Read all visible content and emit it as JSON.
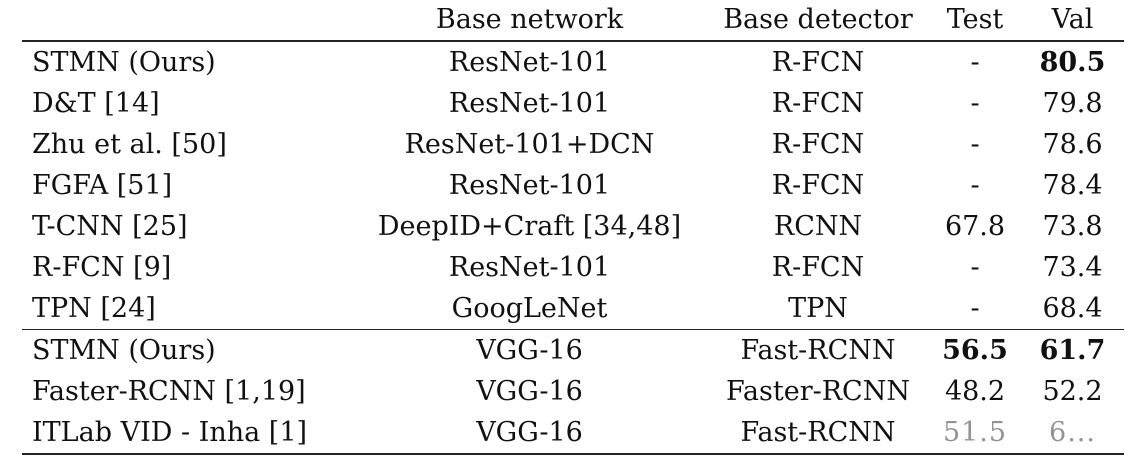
{
  "headers": {
    "method": "",
    "base_network": "Base network",
    "base_detector": "Base detector",
    "test": "Test",
    "val": "Val"
  },
  "rows": [
    {
      "method": "STMN (Ours)",
      "network": "ResNet-101",
      "detector": "R-FCN",
      "test": "-",
      "val": "80.5",
      "test_bold": false,
      "val_bold": true
    },
    {
      "method": "D&T [14]",
      "network": "ResNet-101",
      "detector": "R-FCN",
      "test": "-",
      "val": "79.8",
      "test_bold": false,
      "val_bold": false
    },
    {
      "method": "Zhu et al. [50]",
      "network": "ResNet-101+DCN",
      "detector": "R-FCN",
      "test": "-",
      "val": "78.6",
      "test_bold": false,
      "val_bold": false
    },
    {
      "method": "FGFA [51]",
      "network": "ResNet-101",
      "detector": "R-FCN",
      "test": "-",
      "val": "78.4",
      "test_bold": false,
      "val_bold": false
    },
    {
      "method": "T-CNN [25]",
      "network": "DeepID+Craft [34,48]",
      "detector": "RCNN",
      "test": "67.8",
      "val": "73.8",
      "test_bold": false,
      "val_bold": false
    },
    {
      "method": "R-FCN [9]",
      "network": "ResNet-101",
      "detector": "R-FCN",
      "test": "-",
      "val": "73.4",
      "test_bold": false,
      "val_bold": false
    },
    {
      "method": "TPN [24]",
      "network": "GoogLeNet",
      "detector": "TPN",
      "test": "-",
      "val": "68.4",
      "test_bold": false,
      "val_bold": false
    },
    {
      "method": "STMN (Ours)",
      "network": "VGG-16",
      "detector": "Fast-RCNN",
      "test": "56.5",
      "val": "61.7",
      "test_bold": true,
      "val_bold": true
    },
    {
      "method": "Faster-RCNN [1,19]",
      "network": "VGG-16",
      "detector": "Faster-RCNN",
      "test": "48.2",
      "val": "52.2",
      "test_bold": false,
      "val_bold": false
    },
    {
      "method": "ITLab VID - Inha [1]",
      "network": "VGG-16",
      "detector": "Fast-RCNN",
      "test": "51.5",
      "val": "6...",
      "test_bold": false,
      "val_bold": false
    }
  ]
}
